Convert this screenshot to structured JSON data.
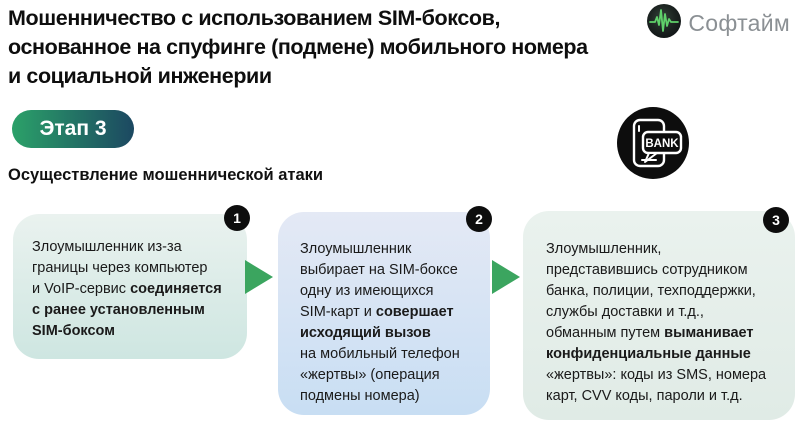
{
  "header": {
    "title_lines": [
      "Мошенничество с использованием SIM-боксов,",
      "основанное на спуфинге (подмене) мобильного номера",
      "и социальной инженерии"
    ],
    "logo": {
      "text": "Софтайм",
      "icon": "pulse-waveform-icon",
      "icon_green": "#5fd06a",
      "text_color": "#8b9094"
    }
  },
  "stage_badge": {
    "label": "Этап 3",
    "gradient_left": "#2ba169",
    "gradient_right": "#1c4861"
  },
  "bank_icon": {
    "bubble_label": "BANK",
    "circle_color": "#0d0d0d"
  },
  "section_subtitle": "Осуществление мошеннической атаки",
  "arrow_color": "#3ba55f",
  "steps": [
    {
      "number": "1",
      "bg_top": "#eaf2ef",
      "bg_bottom": "#cee6e1",
      "runs": [
        {
          "text": "Злоумышленник из-за\nграницы через компьютер\nи VoIP-сервис ",
          "bold": false
        },
        {
          "text": "соединяется\nс ранее установленным\nSIM-боксом",
          "bold": true
        }
      ]
    },
    {
      "number": "2",
      "bg_top": "#e4e9f5",
      "bg_bottom": "#c8def3",
      "runs": [
        {
          "text": "Злоумышленник\nвыбирает на SIM-боксе\nодну из имеющихся\nSIM-карт и ",
          "bold": false
        },
        {
          "text": "совершает\nисходящий вызов",
          "bold": true
        },
        {
          "text": "\nна мобильный телефон\n«жертвы» (операция\nподмены номера)",
          "bold": false
        }
      ]
    },
    {
      "number": "3",
      "bg_top": "#eaf2ee",
      "bg_bottom": "#e0ebe6",
      "runs": [
        {
          "text": "Злоумышленник,\nпредставившись сотрудником\nбанка, полиции, техподдержки,\nслужбы доставки и т.д.,\nобманным путем ",
          "bold": false
        },
        {
          "text": "выманивает\nконфиденциальные данные",
          "bold": true
        },
        {
          "text": "\n«жертвы»: коды из SMS, номера\nкарт, CVV коды, пароли и т.д.",
          "bold": false
        }
      ]
    }
  ]
}
